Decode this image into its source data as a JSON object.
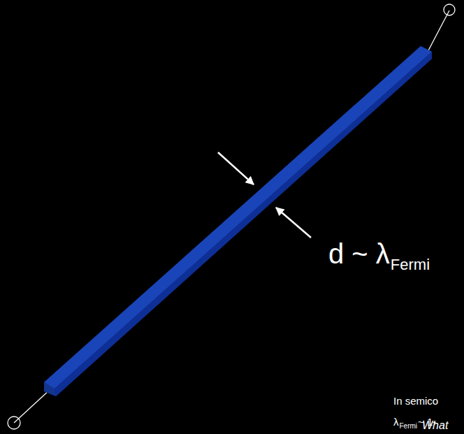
{
  "diagram": {
    "labels": [
      "d ~ λ",
      "Fermi",
      "In semico",
      "λ",
      "Fermi",
      "~ 1-",
      "What"
    ]
  }
}
